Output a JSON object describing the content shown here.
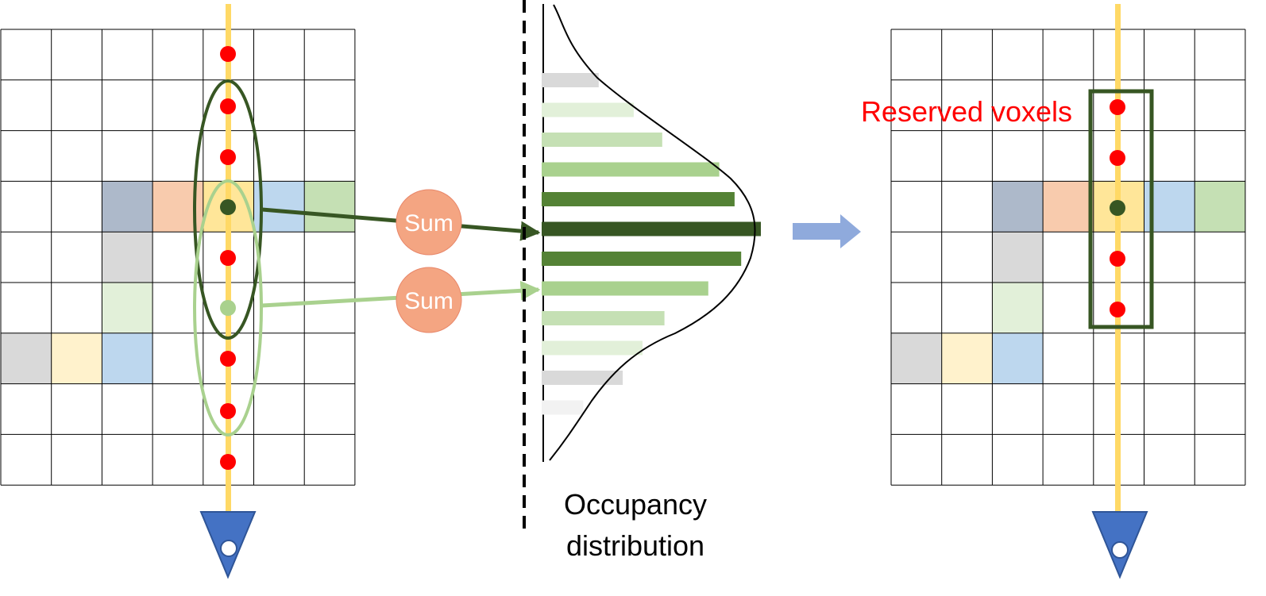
{
  "colors": {
    "grid_line": "#000000",
    "ray": "#FFD966",
    "point_red": "#FF0000",
    "point_dark_green": "#375623",
    "point_light_green": "#A9D18E",
    "ellipse_dark": "#375623",
    "ellipse_light": "#A9D18E",
    "sum_node": "#F4A582",
    "camera": "#4472C4",
    "arrow_blue": "#8FAADC",
    "text_red": "#FF0000",
    "cells": {
      "slate": "#ADB9CA",
      "peach": "#F8CBAD",
      "yellow": "#FFE699",
      "blue": "#BDD7EE",
      "green": "#C5E0B4",
      "gray": "#D9D9D9",
      "pale_green": "#E2F0D9",
      "pale_yellow": "#FFF2CC"
    }
  },
  "left_grid": {
    "colored_cells": [
      {
        "row": 3,
        "col": 2,
        "color": "slate"
      },
      {
        "row": 3,
        "col": 3,
        "color": "peach"
      },
      {
        "row": 3,
        "col": 4,
        "color": "yellow"
      },
      {
        "row": 3,
        "col": 5,
        "color": "blue"
      },
      {
        "row": 3,
        "col": 6,
        "color": "green"
      },
      {
        "row": 4,
        "col": 2,
        "color": "gray"
      },
      {
        "row": 5,
        "col": 2,
        "color": "pale_green"
      },
      {
        "row": 6,
        "col": 0,
        "color": "gray"
      },
      {
        "row": 6,
        "col": 1,
        "color": "pale_yellow"
      },
      {
        "row": 6,
        "col": 2,
        "color": "blue"
      }
    ]
  },
  "right_grid": {
    "colored_cells": [
      {
        "row": 3,
        "col": 2,
        "color": "slate"
      },
      {
        "row": 3,
        "col": 3,
        "color": "peach"
      },
      {
        "row": 3,
        "col": 4,
        "color": "yellow"
      },
      {
        "row": 3,
        "col": 5,
        "color": "blue"
      },
      {
        "row": 3,
        "col": 6,
        "color": "green"
      },
      {
        "row": 4,
        "col": 2,
        "color": "gray"
      },
      {
        "row": 5,
        "col": 2,
        "color": "pale_green"
      },
      {
        "row": 6,
        "col": 0,
        "color": "gray"
      },
      {
        "row": 6,
        "col": 1,
        "color": "pale_yellow"
      },
      {
        "row": 6,
        "col": 2,
        "color": "blue"
      }
    ]
  },
  "sum_nodes": [
    "Sum",
    "Sum"
  ],
  "distribution": {
    "bars": [
      {
        "value": 0.26,
        "color": "#D9D9D9"
      },
      {
        "value": 0.42,
        "color": "#E2F0D9"
      },
      {
        "value": 0.55,
        "color": "#C5E0B4"
      },
      {
        "value": 0.81,
        "color": "#A9D18E"
      },
      {
        "value": 0.88,
        "color": "#548235"
      },
      {
        "value": 1.0,
        "color": "#375623"
      },
      {
        "value": 0.91,
        "color": "#548235"
      },
      {
        "value": 0.76,
        "color": "#A9D18E"
      },
      {
        "value": 0.56,
        "color": "#C5E0B4"
      },
      {
        "value": 0.46,
        "color": "#E2F0D9"
      },
      {
        "value": 0.37,
        "color": "#D9D9D9"
      },
      {
        "value": 0.19,
        "color": "#F2F2F2"
      }
    ],
    "label_line1": "Occupancy",
    "label_line2": "distribution"
  },
  "reserved_label": "Reserved voxels"
}
